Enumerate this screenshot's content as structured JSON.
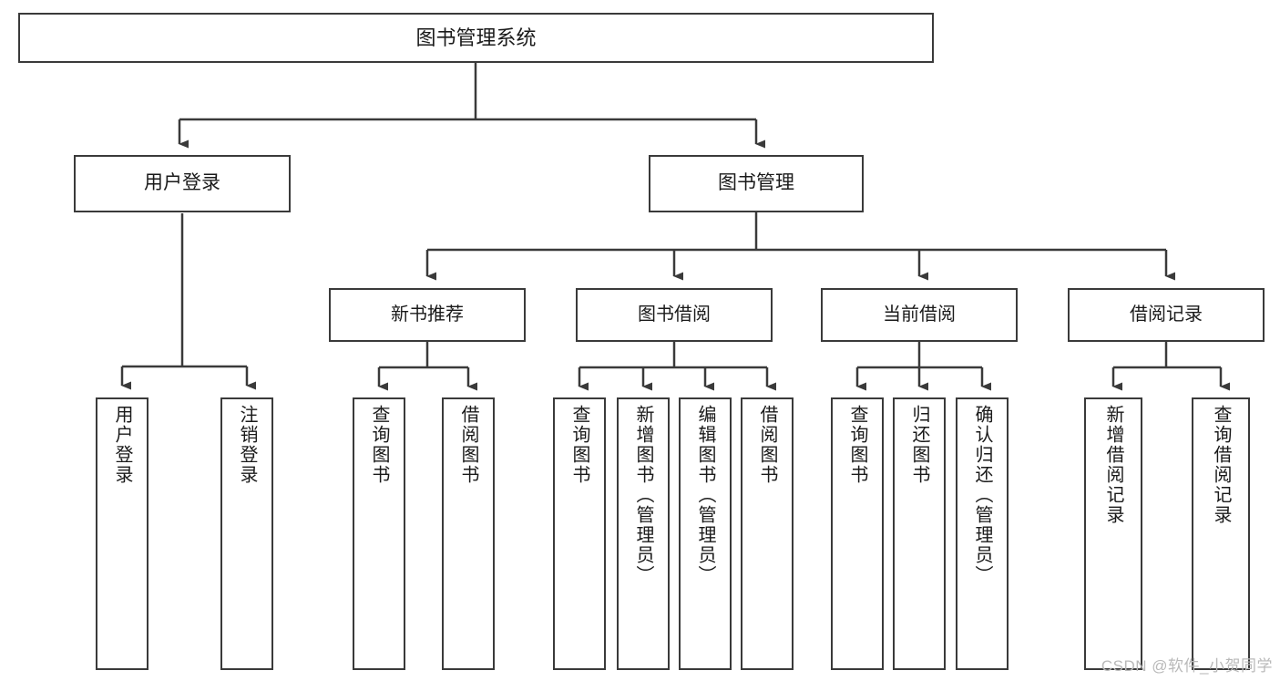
{
  "diagram": {
    "title": "图书管理系统",
    "type": "hierarchy-tree",
    "line_color": "#3a3a3a",
    "box_fill": "#ffffff",
    "text_color": "#1a1a1a",
    "root": {
      "label": "图书管理系统"
    },
    "level1": [
      {
        "label": "用户登录"
      },
      {
        "label": "图书管理"
      }
    ],
    "level2": [
      {
        "label": "新书推荐"
      },
      {
        "label": "图书借阅"
      },
      {
        "label": "当前借阅"
      },
      {
        "label": "借阅记录"
      }
    ],
    "leaves": {
      "user_login": [
        {
          "label": "用户登录"
        },
        {
          "label": "注销登录"
        }
      ],
      "new_book_recommend": [
        {
          "label": "查询图书"
        },
        {
          "label": "借阅图书"
        }
      ],
      "book_borrow": [
        {
          "label": "查询图书"
        },
        {
          "label": "新增图书（管理员）"
        },
        {
          "label": "编辑图书（管理员）"
        },
        {
          "label": "借阅图书"
        }
      ],
      "current_borrow": [
        {
          "label": "查询图书"
        },
        {
          "label": "归还图书"
        },
        {
          "label": "确认归还（管理员）"
        }
      ],
      "borrow_record": [
        {
          "label": "新增借阅记录"
        },
        {
          "label": "查询借阅记录"
        }
      ]
    }
  },
  "watermark": {
    "text": "CSDN @软件_小贺同学"
  }
}
